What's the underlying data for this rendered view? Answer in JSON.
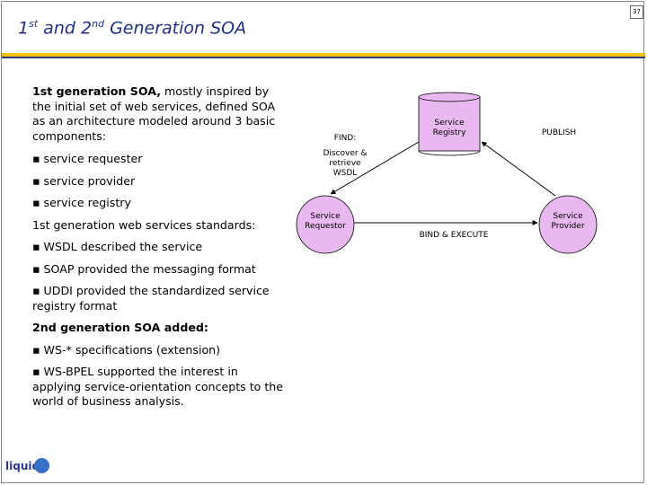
{
  "slide": {
    "page_number": "37",
    "title_part1": "1",
    "title_sup1": "st",
    "title_part2": " and 2",
    "title_sup2": "nd",
    "title_part3": " Generation SOA"
  },
  "body": {
    "p1_bold": "1st generation SOA,",
    "p1_text": " mostly inspired by the initial set of web services, defined SOA as an architecture modeled around 3 basic components:",
    "b1": "▪ service requester",
    "b2": "▪ service provider",
    "b3": "▪ service registry",
    "p2": "1st generation web services standards:",
    "b4": "▪ WSDL described the service",
    "b5": "▪ SOAP provided the messaging format",
    "b6": "▪ UDDI provided the standardized service registry format",
    "p3_bold": "2nd generation SOA added:",
    "b7": "▪ WS-* specifications (extension)",
    "b8": "▪ WS-BPEL supported the interest in applying service-orientation concepts to the world of business analysis."
  },
  "diagram": {
    "registry": "Service Registry",
    "requestor": "Service Requestor",
    "provider": "Service Provider",
    "find": "FIND:",
    "discover": "Discover & retrieve WSDL",
    "publish": "PUBLISH",
    "bind": "BIND & EXECUTE"
  },
  "colors": {
    "title": "#1f2f8a",
    "bar_yellow": "#f6c300",
    "bar_blue": "#2c3a8f",
    "registry_fill": "#e9b8f0"
  },
  "logo": {
    "text": "liquid"
  }
}
